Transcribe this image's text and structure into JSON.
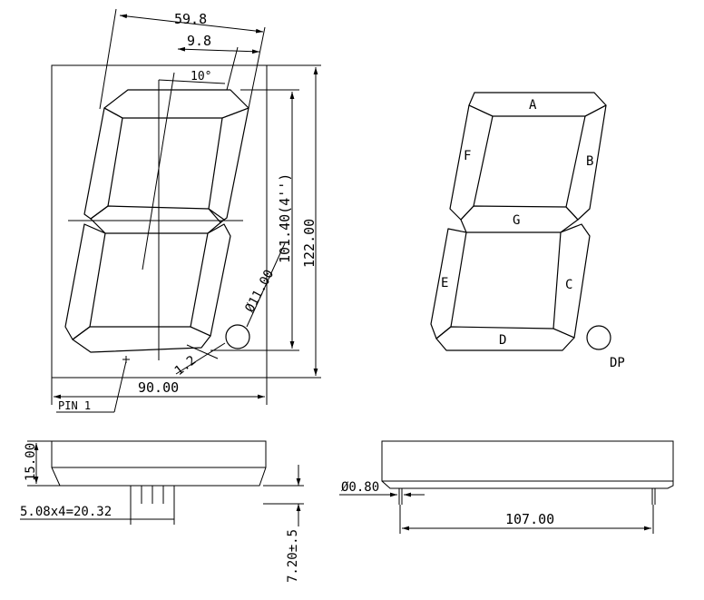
{
  "front_view": {
    "dimensions": {
      "top_span": "59.8",
      "slant_offset": "9.8",
      "slant_angle": "10°",
      "digit_height": "101.40(4'')",
      "total_height": "122.00",
      "dp_diameter": "Ø11.00",
      "segment_gap": "1.2",
      "total_width": "90.00"
    },
    "pin_label": "PIN 1"
  },
  "segment_diagram": {
    "labels": {
      "a": "A",
      "b": "B",
      "c": "C",
      "d": "D",
      "e": "E",
      "f": "F",
      "g": "G",
      "dp": "DP"
    }
  },
  "side_view": {
    "body_height": "15.00",
    "pin_pitch": "5.08x4=20.32",
    "pin_length": "7.20±.5"
  },
  "bottom_view": {
    "pin_diameter": "Ø0.80",
    "pin_span": "107.00"
  }
}
